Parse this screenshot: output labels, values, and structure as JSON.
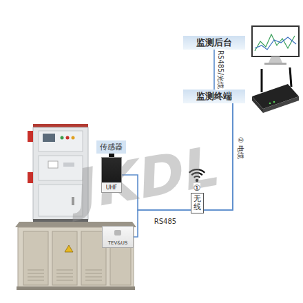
{
  "diagram": {
    "nodes": [
      {
        "text": [
          "监测后台"
        ]
      },
      {
        "text": [
          "监测终端"
        ]
      },
      {
        "text": [
          "传感器"
        ]
      },
      {
        "text": [
          "UHF"
        ]
      },
      {
        "text": [
          "TEV&US"
        ]
      },
      {
        "text": [
          "①",
          "无线"
        ]
      }
    ],
    "edges": [
      {
        "from": 0,
        "to": 1,
        "label": "RS485/光缆",
        "arrow": "none"
      },
      {
        "from": 1,
        "to": 3,
        "label": "② 电缆",
        "arrow": "none"
      },
      {
        "from": 1,
        "to": 4,
        "label": "RS485",
        "arrow": "none"
      }
    ],
    "labels": [
      "JKDL"
    ]
  }
}
